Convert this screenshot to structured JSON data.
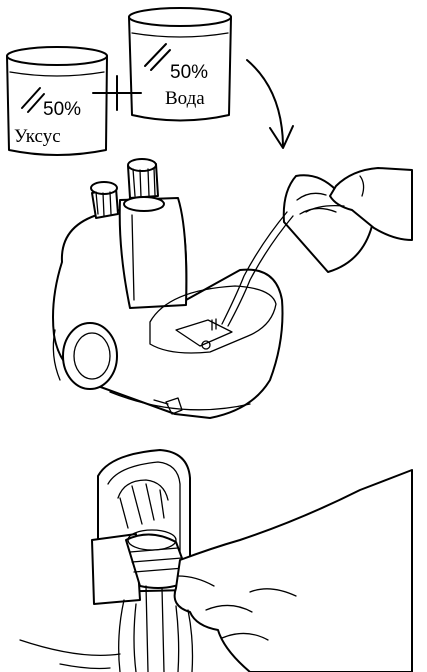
{
  "left_cup": {
    "percent": "50%",
    "label": "Уксус"
  },
  "right_cup": {
    "percent": "50%",
    "label": "Вода"
  },
  "colors": {
    "line": "#000000",
    "background": "#ffffff"
  }
}
